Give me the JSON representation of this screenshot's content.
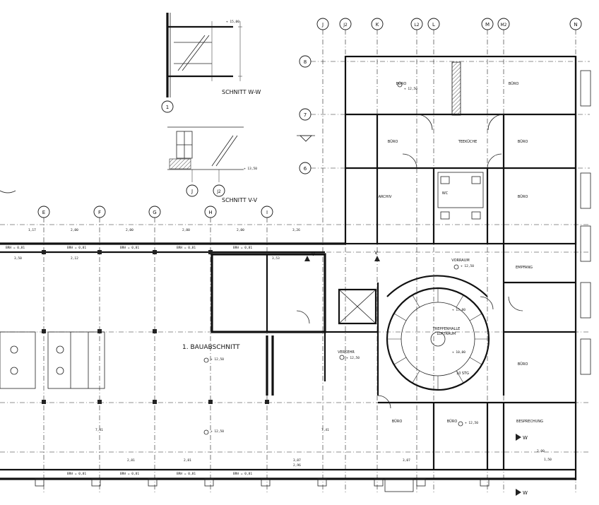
{
  "drawing": {
    "main_label": "1. BAUABSCHNITT",
    "sections": {
      "section_ww": "SCHNITT W-W",
      "section_vv": "SCHNITT V-V"
    },
    "grid_top": [
      "J",
      "J2",
      "K",
      "L2",
      "L",
      "M",
      "M2",
      "N"
    ],
    "grid_left": [
      "8",
      "7",
      "6"
    ],
    "grid_mid": [
      "E",
      "F",
      "G",
      "H",
      "I"
    ],
    "grid_section_ww": "1",
    "grid_section_vv": [
      "J",
      "J2"
    ],
    "section_marks": [
      "V",
      "V",
      "W",
      "W"
    ],
    "rooms": {
      "buero_1": "BÜRO",
      "buero_2": "BÜRO",
      "buero_3": "BÜRO",
      "buero_4": "BÜRO",
      "buero_5": "BÜRO",
      "buero_6": "BÜRO",
      "buero_7": "BÜRO",
      "buero_8": "BÜRO",
      "teekueche": "TEEKÜCHE",
      "archiv": "ARCHIV",
      "vorraum": "VORRAUM",
      "empfang": "EMPFANG",
      "treppenhalle": "TREPPENHALLE",
      "luftraum": "LUFTRAUM",
      "besprechung": "BESPRECHUNG",
      "verkehr": "VERKEHR",
      "wc": "WC"
    },
    "labels": {
      "steps": "10 STG",
      "brh_1": "BRH = 0,81",
      "brh_2": "BRH = 0,81",
      "brh_3": "BRH = 0,81",
      "brh_4": "BRH = 0,81",
      "brh_5": "BRH = 0,81",
      "brh_6": "BRH = 0,81",
      "brh_7": "BRH = 0,81",
      "brh_8": "BRH = 0,81",
      "brh_9": "BRH = 0,81"
    },
    "dims": {
      "d1": "1,17",
      "d2": "2,00",
      "d3": "2,00",
      "d4": "2,00",
      "d5": "2,00",
      "d6": "3,26",
      "d7": "3,50",
      "d8": "2,12",
      "d9": "3,53",
      "d10": "3,07",
      "d11": "2,96",
      "d12": "1,50",
      "d13": "2,00",
      "d14": "7,41",
      "d15": "7,41",
      "d16": "3,07",
      "d17": "2,81",
      "d18": "2,81"
    },
    "levels": {
      "l1": "+ 12,50",
      "l2": "+ 12,50",
      "l3": "+ 12,50",
      "l4": "+ 12,50",
      "l5": "+ 12,50",
      "l6": "+ 12,50",
      "l7": "+ 15,00",
      "l8": "+ 10,00",
      "l9": "+ 15,00",
      "l10": "+ 13,50"
    }
  }
}
